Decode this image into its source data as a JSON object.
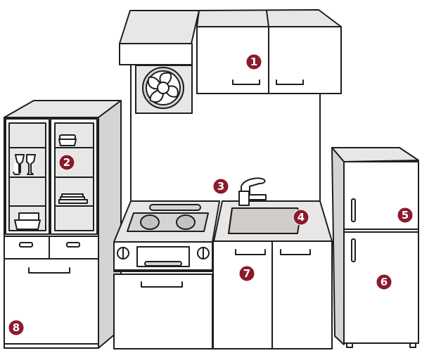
{
  "diagram": {
    "colors": {
      "marker": "#8b1a2b",
      "marker_text": "#ffffff",
      "outline": "#1e1e1e"
    },
    "markers": [
      {
        "id": "1",
        "label": "1",
        "part": "wall-cabinet"
      },
      {
        "id": "2",
        "label": "2",
        "part": "dish-cupboard"
      },
      {
        "id": "3",
        "label": "3",
        "part": "faucet"
      },
      {
        "id": "4",
        "label": "4",
        "part": "sink"
      },
      {
        "id": "5",
        "label": "5",
        "part": "freezer"
      },
      {
        "id": "6",
        "label": "6",
        "part": "refrigerator"
      },
      {
        "id": "7",
        "label": "7",
        "part": "sink-cabinet"
      },
      {
        "id": "8",
        "label": "8",
        "part": "lower-cupboard"
      }
    ]
  }
}
